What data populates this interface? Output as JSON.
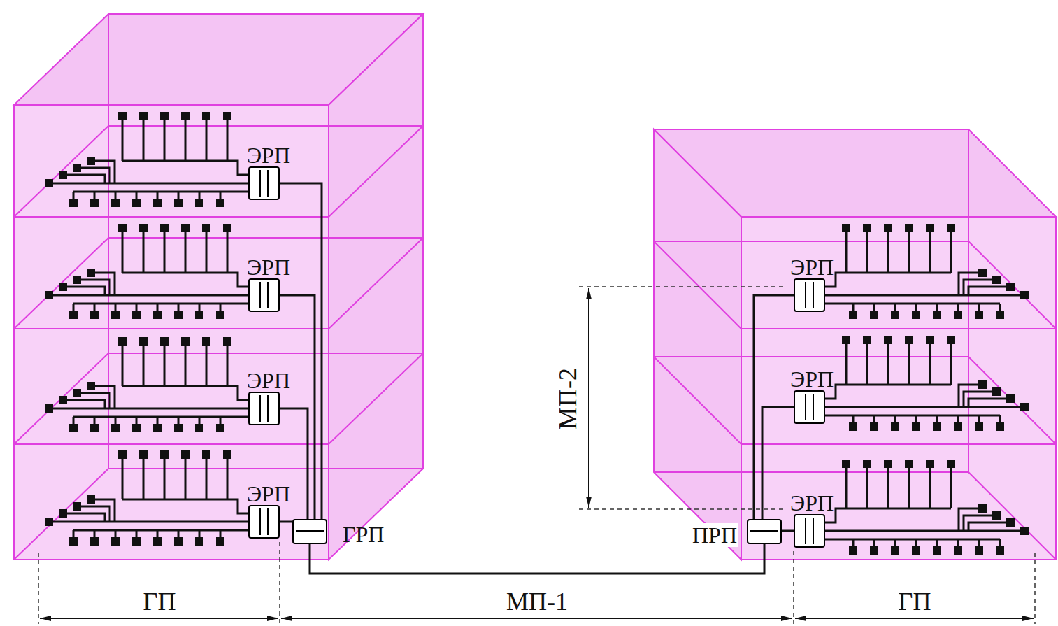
{
  "diagram": {
    "nodes": [
      {
        "text": [
          "ЭРП"
        ]
      },
      {
        "text": [
          "ЭРП"
        ]
      },
      {
        "text": [
          "ЭРП"
        ]
      },
      {
        "text": [
          "ЭРП"
        ]
      },
      {
        "text": [
          "ГРП"
        ]
      },
      {
        "text": [
          "ПРП"
        ]
      },
      {
        "text": [
          "ЭРП"
        ]
      },
      {
        "text": [
          "ЭРП"
        ]
      },
      {
        "text": [
          "ЭРП"
        ]
      }
    ],
    "edges": [
      {
        "from": 0,
        "to": 4,
        "arrow": "none"
      },
      {
        "from": 1,
        "to": 4,
        "arrow": "none"
      },
      {
        "from": 2,
        "to": 4,
        "arrow": "none"
      },
      {
        "from": 3,
        "to": 4,
        "arrow": "none"
      },
      {
        "from": 4,
        "to": 5,
        "arrow": "none"
      },
      {
        "from": 5,
        "to": 6,
        "arrow": "none"
      },
      {
        "from": 5,
        "to": 7,
        "arrow": "none"
      },
      {
        "from": 5,
        "to": 8,
        "arrow": "none"
      }
    ],
    "labels": [
      "ГП",
      "МП-1",
      "ГП",
      "МП-2"
    ]
  }
}
